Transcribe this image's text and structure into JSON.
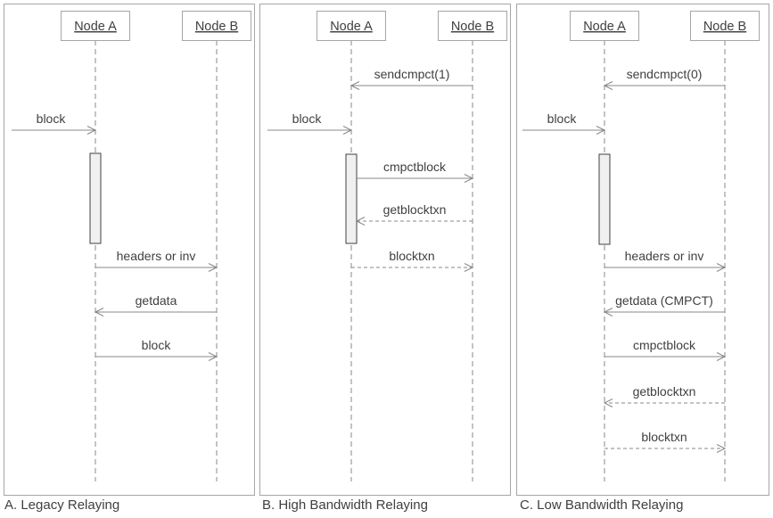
{
  "colors": {
    "panel_border": "#a6a6a6",
    "line": "#888888",
    "text": "#404040",
    "activation_fill": "#f0f0f0",
    "activation_border": "#404040"
  },
  "panels": [
    {
      "caption": "A. Legacy Relaying",
      "actors": [
        {
          "label": "Node A"
        },
        {
          "label": "Node B"
        }
      ],
      "messages": [
        {
          "label": "block",
          "from": "external",
          "to": "Node A",
          "line": "solid"
        },
        {
          "label": "headers or inv",
          "from": "Node A",
          "to": "Node B",
          "line": "solid"
        },
        {
          "label": "getdata",
          "from": "Node B",
          "to": "Node A",
          "line": "solid"
        },
        {
          "label": "block",
          "from": "Node A",
          "to": "Node B",
          "line": "solid"
        }
      ]
    },
    {
      "caption": "B. High Bandwidth Relaying",
      "actors": [
        {
          "label": "Node A"
        },
        {
          "label": "Node B"
        }
      ],
      "messages": [
        {
          "label": "sendcmpct(1)",
          "from": "Node B",
          "to": "Node A",
          "line": "solid"
        },
        {
          "label": "block",
          "from": "external",
          "to": "Node A",
          "line": "solid"
        },
        {
          "label": "cmpctblock",
          "from": "Node A",
          "to": "Node B",
          "line": "solid"
        },
        {
          "label": "getblocktxn",
          "from": "Node B",
          "to": "Node A",
          "line": "dashed"
        },
        {
          "label": "blocktxn",
          "from": "Node A",
          "to": "Node B",
          "line": "dashed"
        }
      ]
    },
    {
      "caption": "C. Low Bandwidth Relaying",
      "actors": [
        {
          "label": "Node A"
        },
        {
          "label": "Node B"
        }
      ],
      "messages": [
        {
          "label": "sendcmpct(0)",
          "from": "Node B",
          "to": "Node A",
          "line": "solid"
        },
        {
          "label": "block",
          "from": "external",
          "to": "Node A",
          "line": "solid"
        },
        {
          "label": "headers or inv",
          "from": "Node A",
          "to": "Node B",
          "line": "solid"
        },
        {
          "label": "getdata (CMPCT)",
          "from": "Node B",
          "to": "Node A",
          "line": "solid"
        },
        {
          "label": "cmpctblock",
          "from": "Node A",
          "to": "Node B",
          "line": "solid"
        },
        {
          "label": "getblocktxn",
          "from": "Node B",
          "to": "Node A",
          "line": "dashed"
        },
        {
          "label": "blocktxn",
          "from": "Node A",
          "to": "Node B",
          "line": "dashed"
        }
      ]
    }
  ]
}
